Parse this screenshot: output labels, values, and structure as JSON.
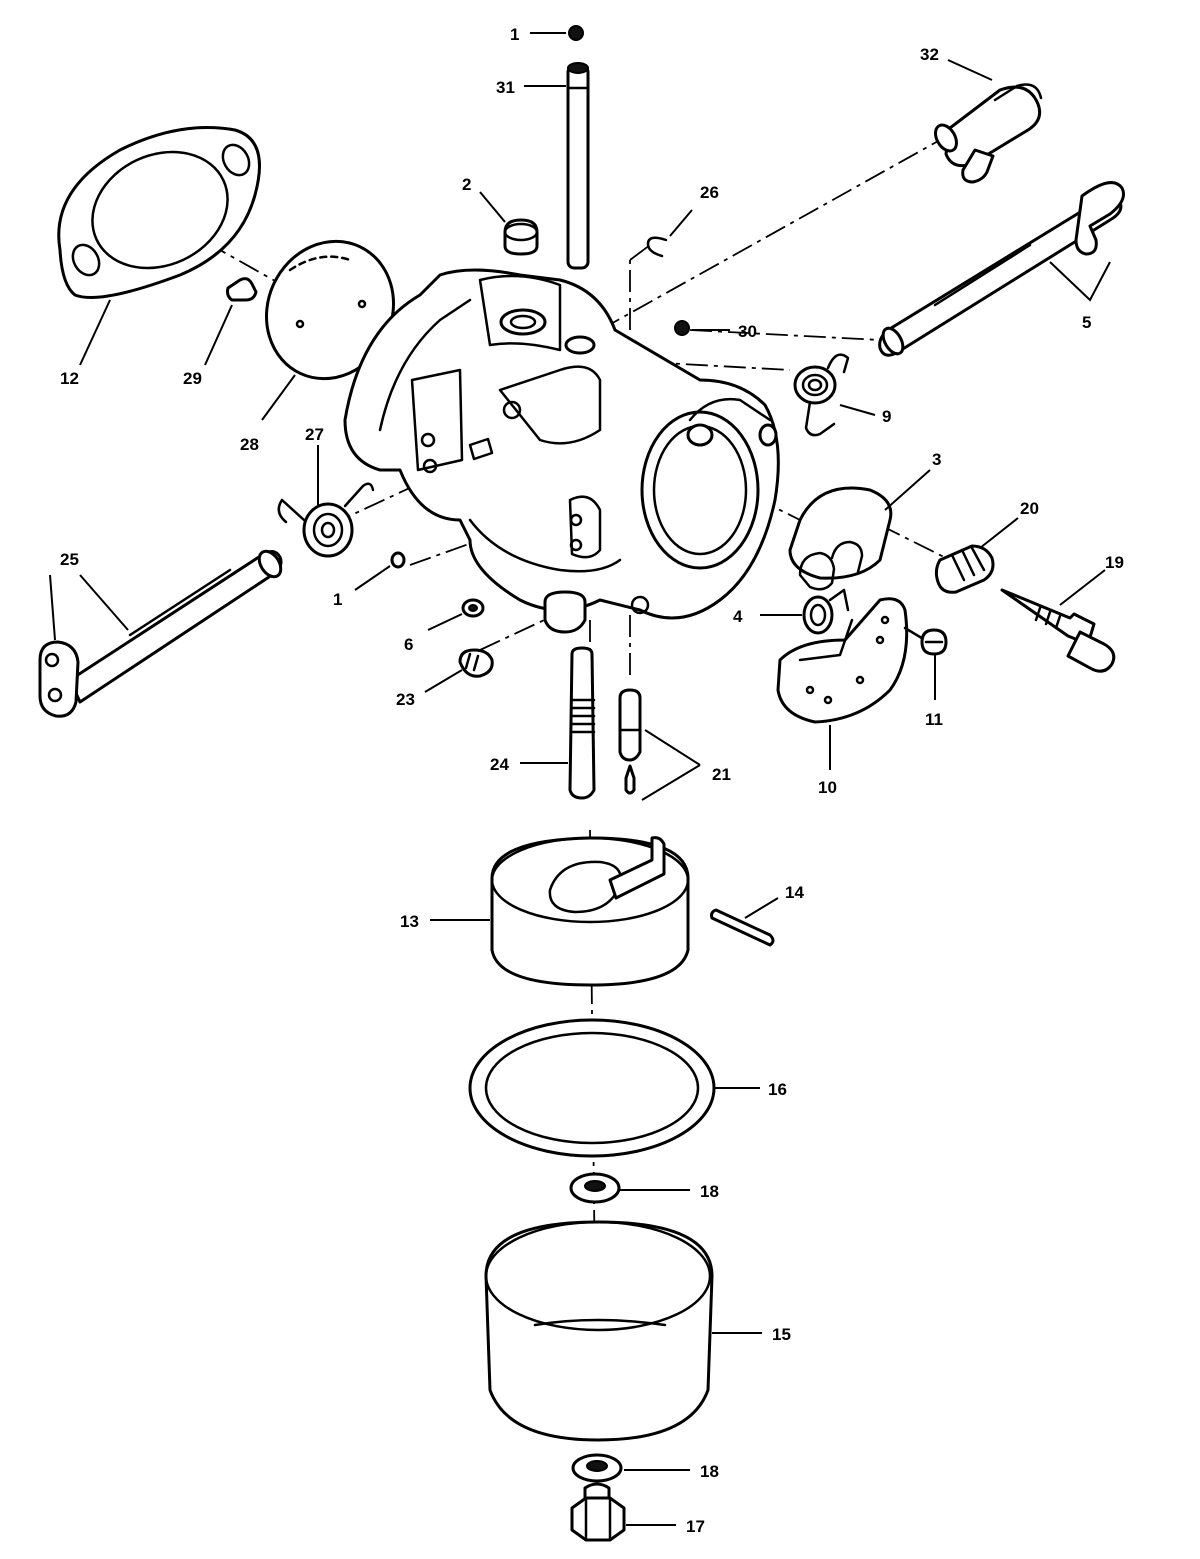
{
  "callouts": {
    "c1a": "1",
    "c1b": "1",
    "c2": "2",
    "c3": "3",
    "c4": "4",
    "c5": "5",
    "c6": "6",
    "c9": "9",
    "c10": "10",
    "c11": "11",
    "c12": "12",
    "c13": "13",
    "c14": "14",
    "c15": "15",
    "c16": "16",
    "c17": "17",
    "c18a": "18",
    "c18b": "18",
    "c19": "19",
    "c20": "20",
    "c21": "21",
    "c23": "23",
    "c24": "24",
    "c25": "25",
    "c26": "26",
    "c27": "27",
    "c28": "28",
    "c29": "29",
    "c30": "30",
    "c31": "31",
    "c32": "32"
  }
}
